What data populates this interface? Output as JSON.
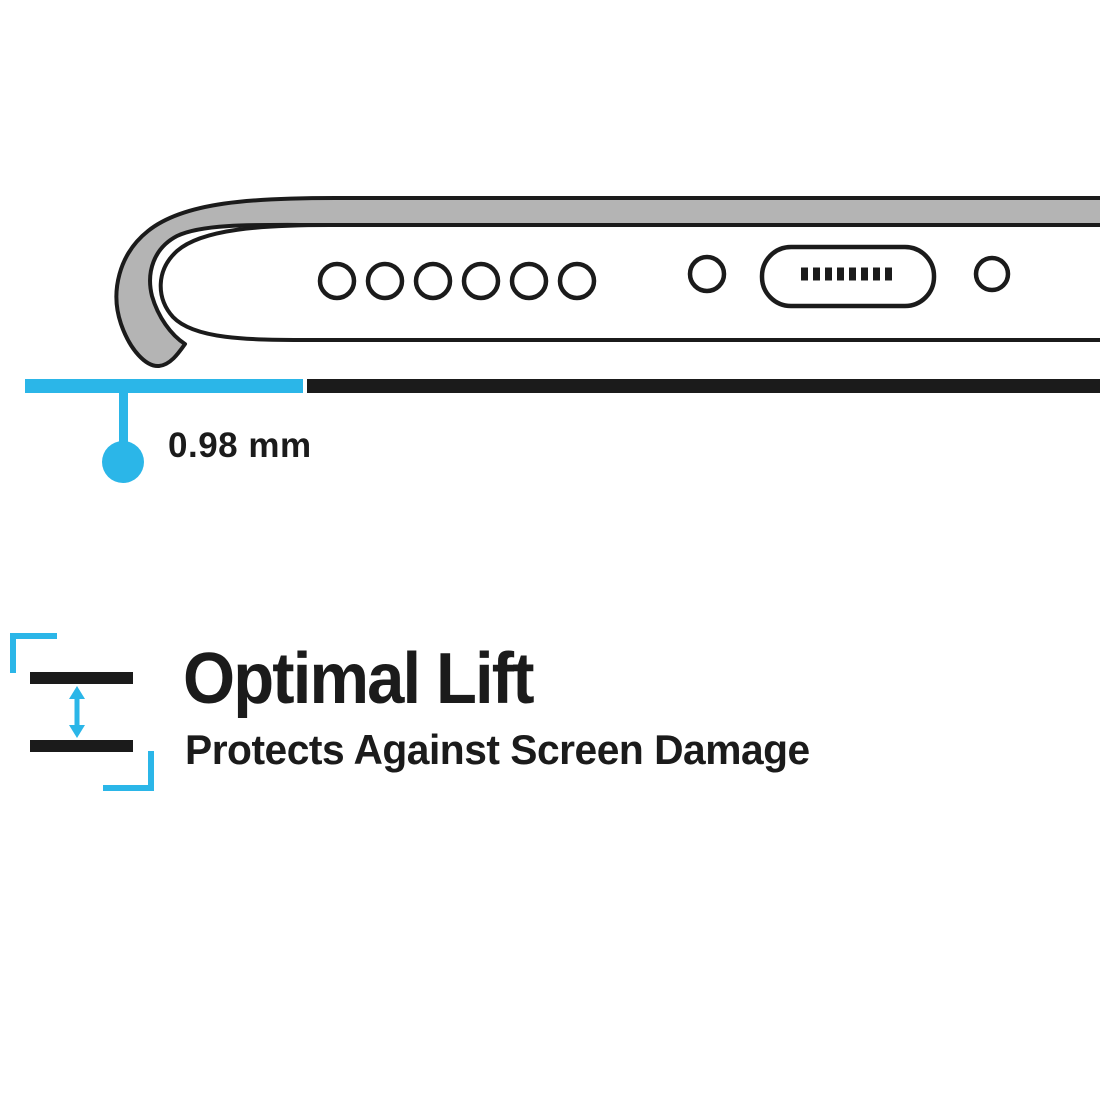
{
  "colors": {
    "accent": "#2bb6e8",
    "ink": "#1b1b1b",
    "case_gray": "#b4b4b4",
    "background": "#ffffff"
  },
  "measurement": {
    "value": "0.98 mm"
  },
  "feature": {
    "title": "Optimal Lift",
    "subtitle": "Protects Against Screen Damage"
  }
}
